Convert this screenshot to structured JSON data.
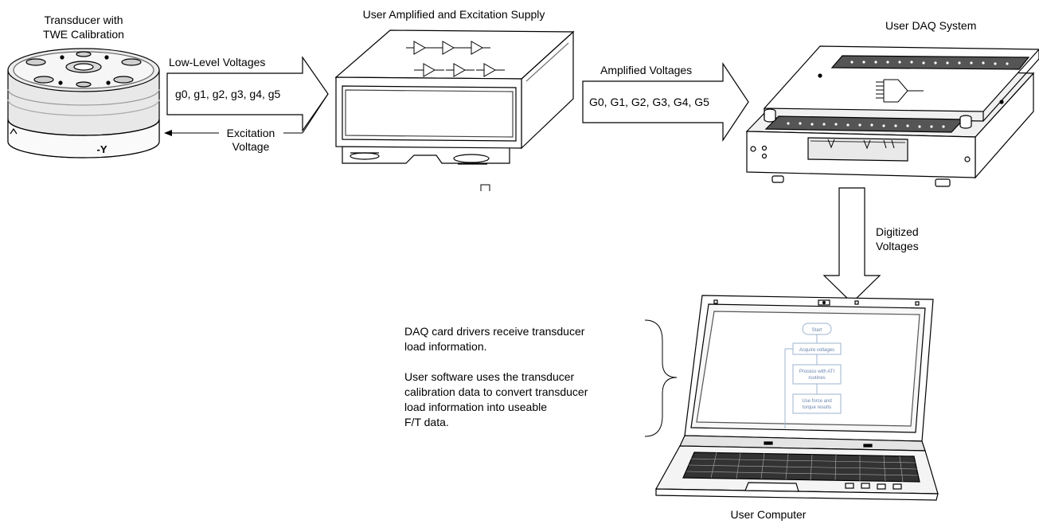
{
  "labels": {
    "transducer_title_line1": "Transducer with",
    "transducer_title_line2": "TWE Calibration",
    "amplifier_title": "User Amplified and Excitation Supply",
    "daq_title": "User DAQ System",
    "computer_title": "User Computer",
    "low_level_voltages": "Low-Level Voltages",
    "low_level_channels": "g0, g1, g2, g3, g4, g5",
    "excitation_line1": "Excitation",
    "excitation_line2": "Voltage",
    "amplified_voltages": "Amplified Voltages",
    "amplified_channels": "G0, G1, G2, G3, G4, G5",
    "digitized_line1": "Digitized",
    "digitized_line2": "Voltages",
    "transducer_axis_label": "-Y"
  },
  "notes": {
    "line1": "DAQ card drivers receive transducer",
    "line2": "load information.",
    "line3": "User software uses the transducer",
    "line4": "calibration data to convert transducer",
    "line5": "load information into useable",
    "line6": "F/T data."
  },
  "flowchart": {
    "start": "Start",
    "step1": "Acquire voltages",
    "step2a": "Process with ATI",
    "step2b": "routines",
    "step3a": "Use force and",
    "step3b": "torque results"
  }
}
